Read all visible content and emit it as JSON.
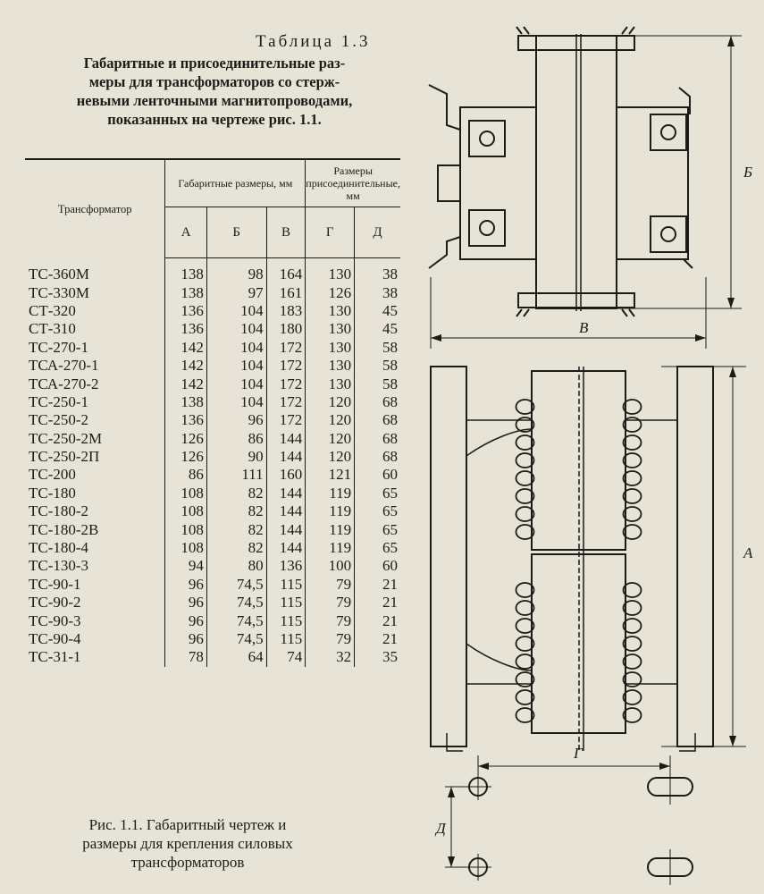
{
  "table_label": "Таблица 1.3",
  "caption_lines": [
    "Габаритные и присоединительные раз-",
    "меры для трансформаторов со стерж-",
    "невыми ленточными магнитопроводами,",
    "показанных на чертеже рис. 1.1."
  ],
  "table": {
    "header_transformer": "Трансформатор",
    "header_group_overall": "Габаритные размеры, мм",
    "header_group_mount": "Размеры присоединительные, мм",
    "columns": [
      "А",
      "Б",
      "В",
      "Г",
      "Д"
    ],
    "rows": [
      [
        "ТС-360М",
        "138",
        "98",
        "164",
        "130",
        "38"
      ],
      [
        "ТС-330М",
        "138",
        "97",
        "161",
        "126",
        "38"
      ],
      [
        "СТ-320",
        "136",
        "104",
        "183",
        "130",
        "45"
      ],
      [
        "СТ-310",
        "136",
        "104",
        "180",
        "130",
        "45"
      ],
      [
        "ТС-270-1",
        "142",
        "104",
        "172",
        "130",
        "58"
      ],
      [
        "ТСА-270-1",
        "142",
        "104",
        "172",
        "130",
        "58"
      ],
      [
        "ТСА-270-2",
        "142",
        "104",
        "172",
        "130",
        "58"
      ],
      [
        "ТС-250-1",
        "138",
        "104",
        "172",
        "120",
        "68"
      ],
      [
        "ТС-250-2",
        "136",
        "96",
        "172",
        "120",
        "68"
      ],
      [
        "ТС-250-2М",
        "126",
        "86",
        "144",
        "120",
        "68"
      ],
      [
        "ТС-250-2П",
        "126",
        "90",
        "144",
        "120",
        "68"
      ],
      [
        "ТС-200",
        "86",
        "111",
        "160",
        "121",
        "60"
      ],
      [
        "ТС-180",
        "108",
        "82",
        "144",
        "119",
        "65"
      ],
      [
        "ТС-180-2",
        "108",
        "82",
        "144",
        "119",
        "65"
      ],
      [
        "ТС-180-2В",
        "108",
        "82",
        "144",
        "119",
        "65"
      ],
      [
        "ТС-180-4",
        "108",
        "82",
        "144",
        "119",
        "65"
      ],
      [
        "ТС-130-3",
        "94",
        "80",
        "136",
        "100",
        "60"
      ],
      [
        "ТС-90-1",
        "96",
        "74,5",
        "115",
        "79",
        "21"
      ],
      [
        "ТС-90-2",
        "96",
        "74,5",
        "115",
        "79",
        "21"
      ],
      [
        "ТС-90-3",
        "96",
        "74,5",
        "115",
        "79",
        "21"
      ],
      [
        "ТС-90-4",
        "96",
        "74,5",
        "115",
        "79",
        "21"
      ],
      [
        "ТС-31-1",
        "78",
        "64",
        "74",
        "32",
        "35"
      ]
    ]
  },
  "figure_caption_lines": [
    "Рис. 1.1. Габаритный чертеж и",
    "размеры для крепления силовых",
    "трансформаторов"
  ],
  "drawing_labels": {
    "width_top": "В",
    "height_top": "Б",
    "height_front": "А",
    "mount_span": "Г",
    "mount_height": "Д"
  }
}
